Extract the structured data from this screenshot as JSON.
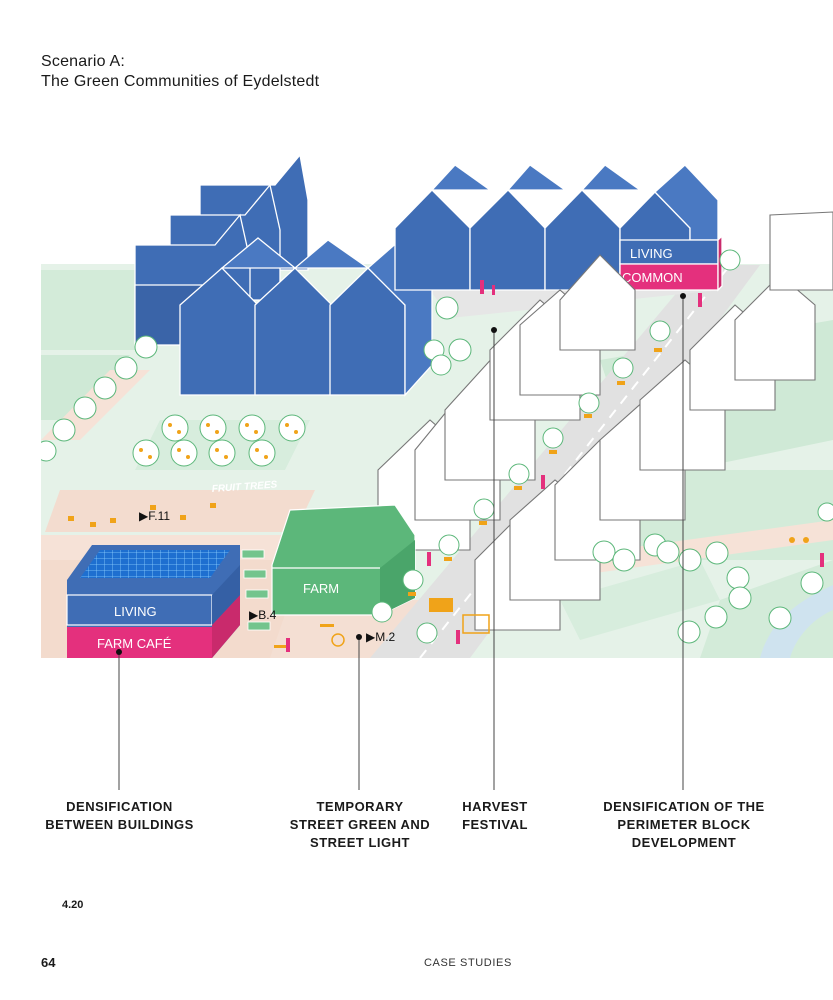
{
  "title": {
    "line1": "Scenario A:",
    "line2": "The Green Communities of Eydelstedt"
  },
  "labels": {
    "living_common_top": "LIVING",
    "living_common_bottom": "COMMON",
    "fruit_trees": "FRUIT TREES",
    "farm": "FARM",
    "living": "LIVING",
    "farm_cafe": "FARM CAFÉ",
    "ref_f11": "▶F.11",
    "ref_b4": "▶B.4",
    "ref_m2": "▶M.2"
  },
  "captions": {
    "c1": [
      "DENSIFICATION",
      "BETWEEN BUILDINGS"
    ],
    "c2": [
      "TEMPORARY",
      "STREET GREEN AND",
      "STREET LIGHT"
    ],
    "c3": [
      "HARVEST",
      "FESTIVAL"
    ],
    "c4": [
      "DENSIFICATION OF THE",
      "PERIMETER BLOCK",
      "DEVELOPMENT"
    ]
  },
  "footer": {
    "figure_number": "4.20",
    "page_number": "64",
    "section": "CASE STUDIES"
  },
  "colors": {
    "blue": "#3f6db5",
    "green": "#5cb77a",
    "magenta": "#e4307d",
    "orange": "#f0a319",
    "pale_green": "#d9efe0",
    "pale_peach": "#f6e2d7"
  }
}
